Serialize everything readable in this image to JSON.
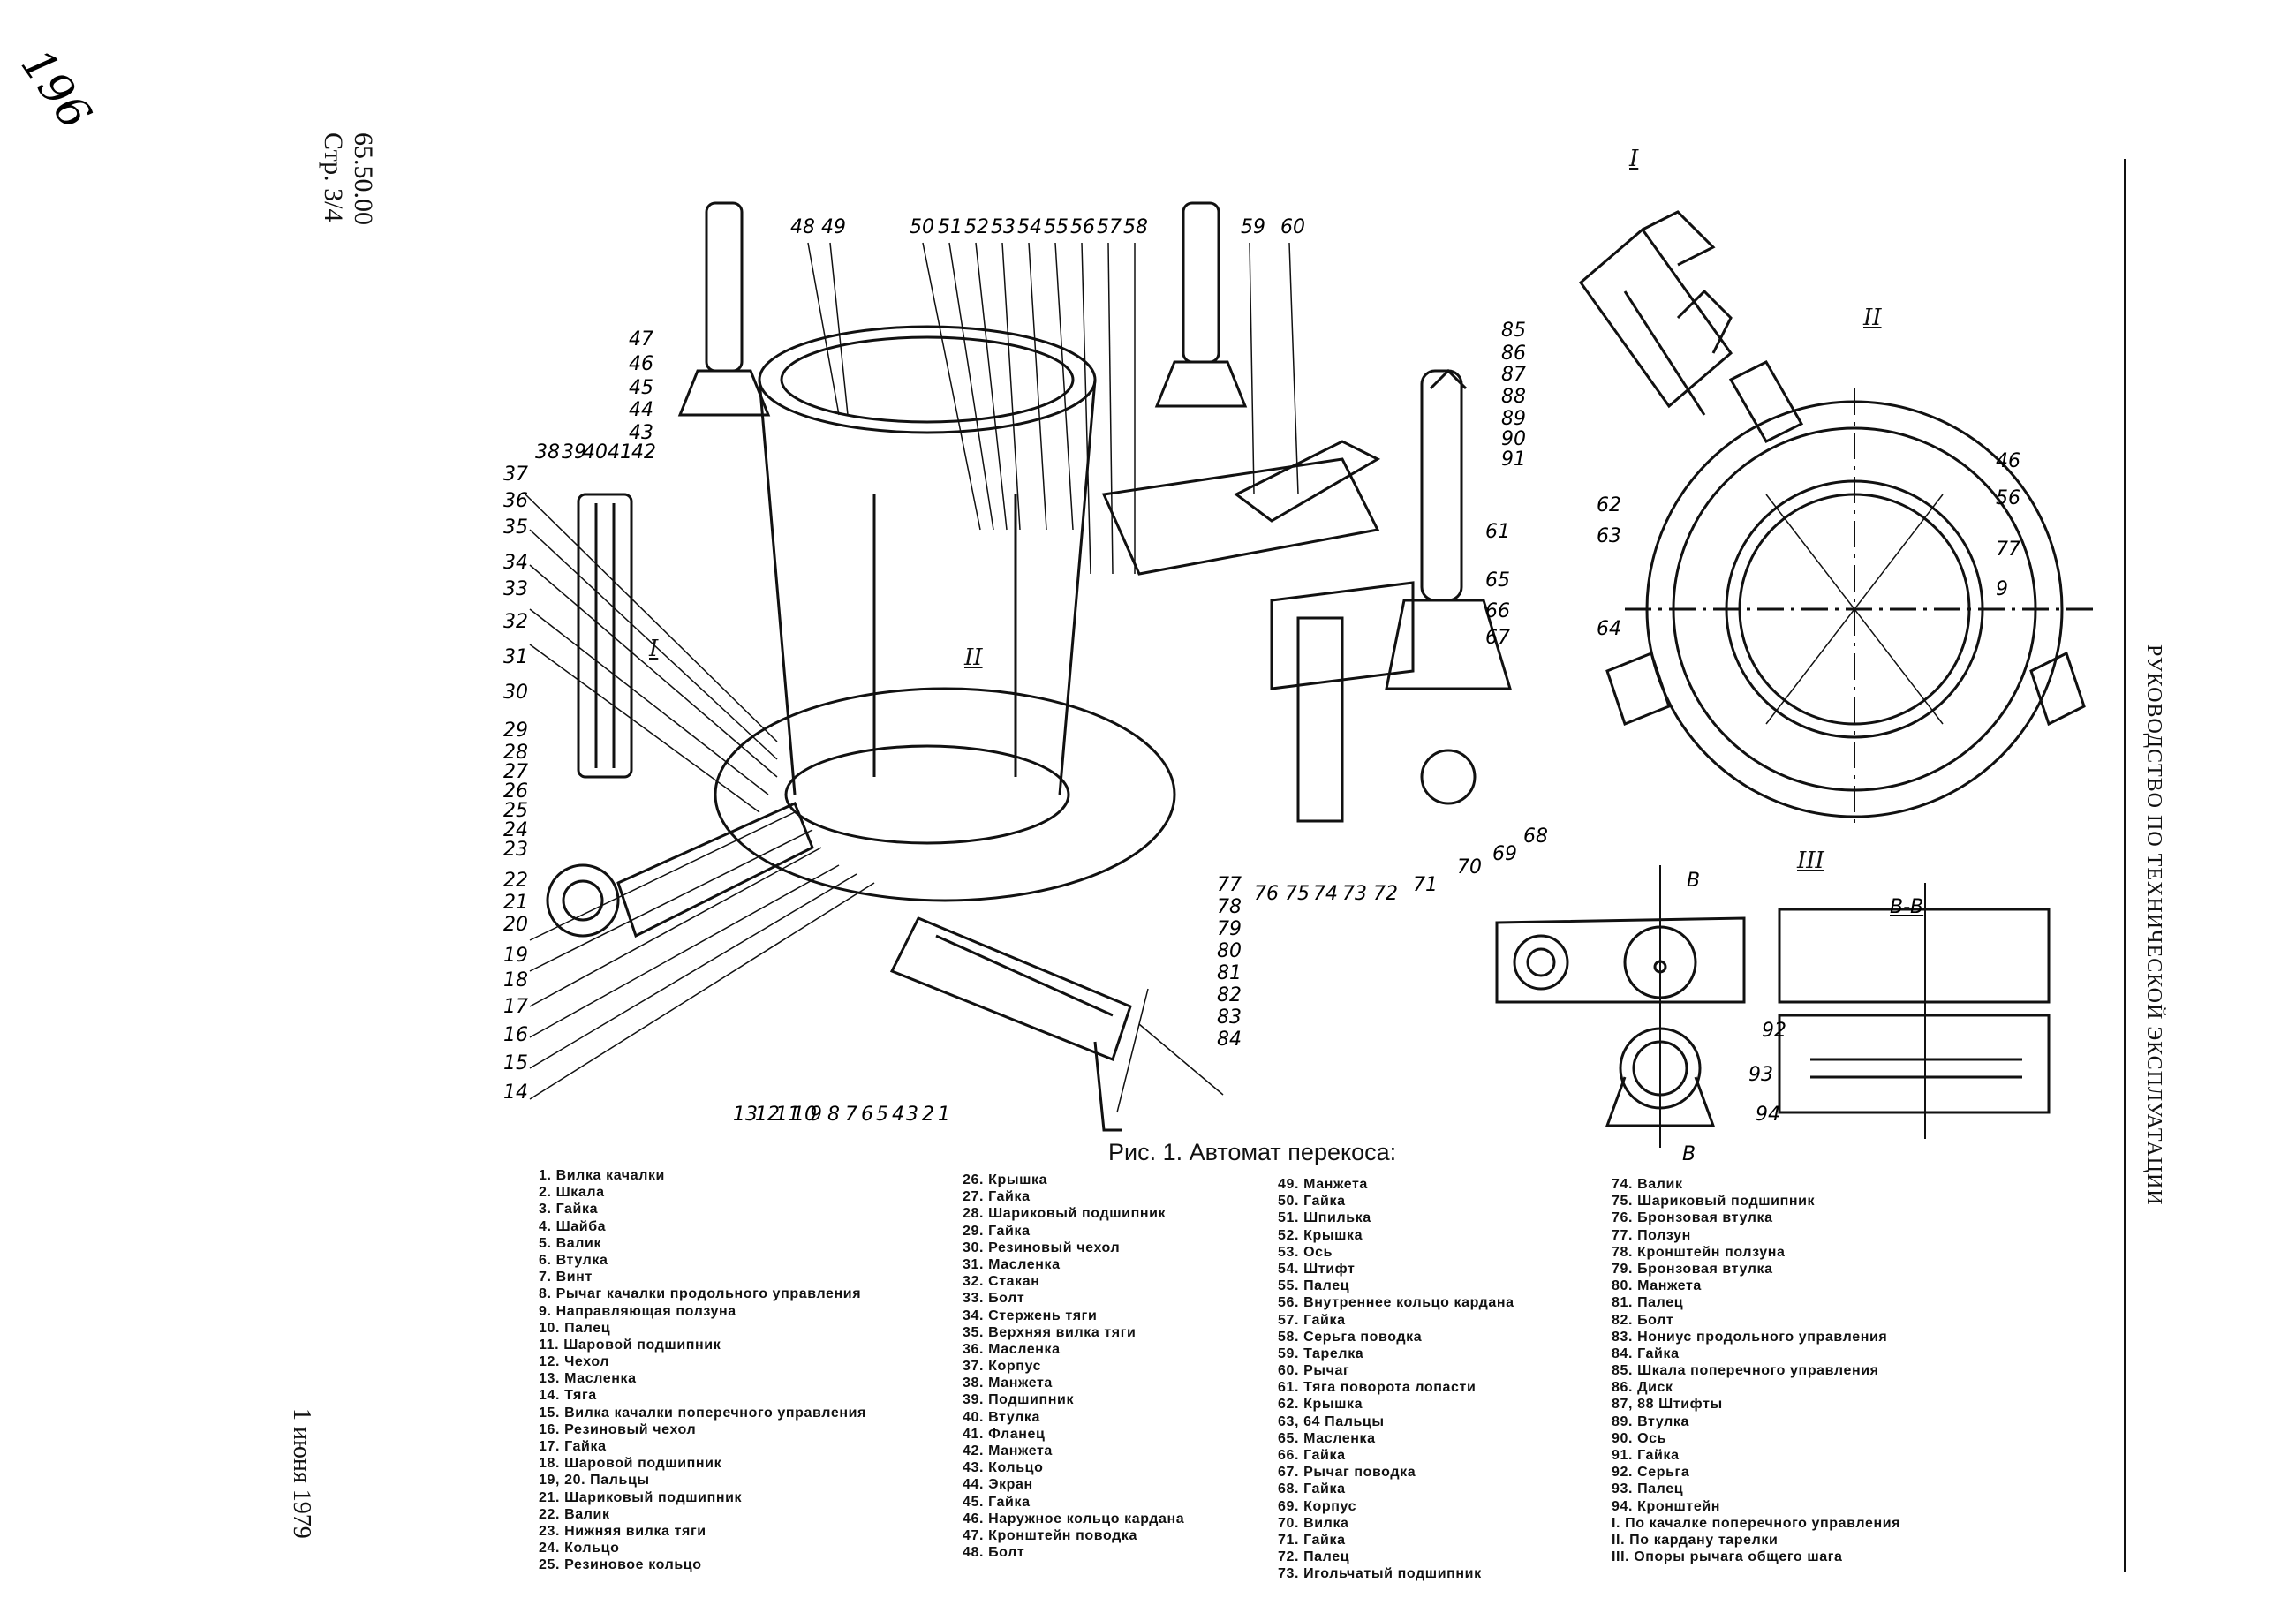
{
  "page": {
    "handwritten_number": "196",
    "doc_code": "65.50.00",
    "page_ref": "Стр. 3/4",
    "date": "1 июня 1979",
    "side_title": "РУКОВОДСТВО ПО ТЕХНИЧЕСКОЙ ЭКСПЛУАТАЦИИ"
  },
  "figure": {
    "caption": "Рис. 1. Автомат перекоса:",
    "detail_labels": {
      "view_1": "I",
      "view_2": "II",
      "view_3": "III",
      "section_mark": "В",
      "section_title": "В-В"
    },
    "callouts_top": [
      "48",
      "49",
      "50",
      "51",
      "52",
      "53",
      "54",
      "55",
      "56",
      "57",
      "58",
      "59",
      "60"
    ],
    "callouts_left": [
      "47",
      "46",
      "45",
      "44",
      "43",
      "38",
      "39",
      "40",
      "41",
      "42",
      "37",
      "36",
      "35",
      "34",
      "33",
      "32",
      "31",
      "30",
      "29",
      "28",
      "27",
      "26",
      "25",
      "24",
      "23",
      "22",
      "21",
      "20",
      "19",
      "18",
      "17",
      "16",
      "15",
      "14"
    ],
    "callouts_bottom": [
      "13",
      "12",
      "11",
      "10",
      "9",
      "8",
      "7",
      "6",
      "5",
      "4",
      "3",
      "2",
      "1"
    ],
    "callouts_right": [
      "61",
      "65",
      "66",
      "67",
      "68",
      "69",
      "70",
      "71",
      "72",
      "73",
      "74",
      "75",
      "76",
      "77",
      "78",
      "79",
      "80",
      "81",
      "82",
      "83",
      "84"
    ],
    "callouts_view1": [
      "85",
      "86",
      "87",
      "88",
      "89",
      "90",
      "91"
    ],
    "callouts_view2": [
      "46",
      "56",
      "77",
      "9",
      "62",
      "63",
      "64"
    ],
    "callouts_view3": [
      "92",
      "93",
      "94"
    ]
  },
  "legend": {
    "column1": [
      "1. Вилка качалки",
      "2. Шкала",
      "3. Гайка",
      "4. Шайба",
      "5. Валик",
      "6. Втулка",
      "7. Винт",
      "8. Рычаг качалки продольного управления",
      "9. Направляющая ползуна",
      "10. Палец",
      "11. Шаровой подшипник",
      "12. Чехол",
      "13. Масленка",
      "14. Тяга",
      "15. Вилка качалки поперечного управления",
      "16. Резиновый чехол",
      "17. Гайка",
      "18. Шаровой подшипник",
      "19, 20. Пальцы",
      "21. Шариковый подшипник",
      "22. Валик",
      "23. Нижняя вилка тяги",
      "24. Кольцо",
      "25. Резиновое кольцо"
    ],
    "column2": [
      "26. Крышка",
      "27. Гайка",
      "28. Шариковый подшипник",
      "29. Гайка",
      "30. Резиновый чехол",
      "31. Масленка",
      "32. Стакан",
      "33. Болт",
      "34. Стержень тяги",
      "35. Верхняя вилка тяги",
      "36. Масленка",
      "37. Корпус",
      "38. Манжета",
      "39. Подшипник",
      "40. Втулка",
      "41. Фланец",
      "42. Манжета",
      "43. Кольцо",
      "44. Экран",
      "45. Гайка",
      "46. Наружное кольцо кардана",
      "47. Кронштейн поводка",
      "48. Болт"
    ],
    "column3": [
      "49. Манжета",
      "50. Гайка",
      "51. Шпилька",
      "52. Крышка",
      "53. Ось",
      "54. Штифт",
      "55. Палец",
      "56. Внутреннее кольцо кардана",
      "57. Гайка",
      "58. Серьга поводка",
      "59. Тарелка",
      "60. Рычаг",
      "61. Тяга поворота лопасти",
      "62. Крышка",
      "63, 64 Пальцы",
      "65. Масленка",
      "66. Гайка",
      "67. Рычаг поводка",
      "68. Гайка",
      "69. Корпус",
      "70. Вилка",
      "71. Гайка",
      "72. Палец",
      "73. Игольчатый подшипник"
    ],
    "column4": [
      "74. Валик",
      "75. Шариковый подшипник",
      "76. Бронзовая втулка",
      "77. Ползун",
      "78. Кронштейн ползуна",
      "79. Бронзовая втулка",
      "80. Манжета",
      "81. Палец",
      "82. Болт",
      "83. Нониус продольного управления",
      "84. Гайка",
      "85. Шкала поперечного управления",
      "86. Диск",
      "87, 88 Штифты",
      "89. Втулка",
      "90. Ось",
      "91. Гайка",
      "92. Серьга",
      "93. Палец",
      "94. Кронштейн",
      "I. По качалке поперечного управления",
      "II. По кардану тарелки",
      "III. Опоры рычага общего шага"
    ]
  }
}
